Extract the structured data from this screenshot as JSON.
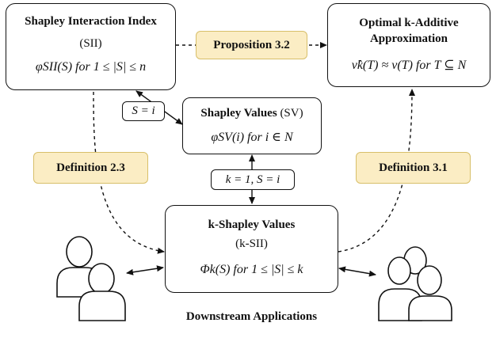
{
  "nodes": {
    "sii": {
      "title": "Shapley Interaction Index",
      "subtitle": "(SII)",
      "formula": "φSII(S) for 1 ≤ |S| ≤ n"
    },
    "kadd": {
      "title_line1": "Optimal k-Additive",
      "title_line2": "Approximation",
      "formula": "ν̂k(T) ≈ ν(T) for T ⊆ N"
    },
    "sv": {
      "title": "Shapley Values",
      "title_abbrev": "(SV)",
      "formula": "φSV(i) for i ∈ N"
    },
    "ksv": {
      "title": "k-Shapley Values",
      "subtitle": "(k-SII)",
      "formula": "Φk(S) for 1 ≤ |S| ≤ k"
    }
  },
  "edge_labels": {
    "s_eq_i": "S = i",
    "k1_s_eq_i": "k = 1, S = i"
  },
  "references": {
    "prop": "Proposition 3.2",
    "def23": "Definition 2.3",
    "def31": "Definition 3.1"
  },
  "caption": "Downstream Applications",
  "colors": {
    "reference_fill": "#fbedc4",
    "reference_border": "#d8bf6a",
    "ink": "#111111"
  },
  "icons": {
    "left_users": "two-person-group-icon",
    "right_users": "three-person-group-icon"
  }
}
